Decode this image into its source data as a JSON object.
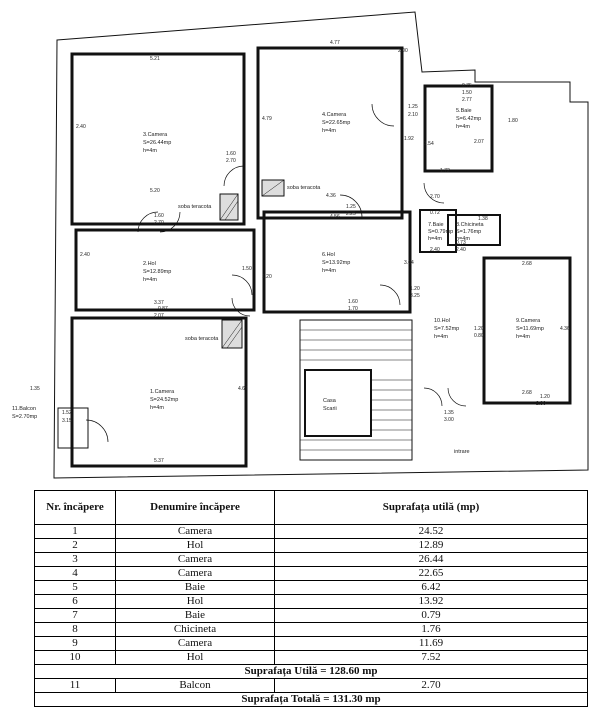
{
  "plan": {
    "rooms": [
      {
        "id": "3",
        "name": "3.Camera",
        "area": "S=26.44mp",
        "h": "h=4m"
      },
      {
        "id": "4",
        "name": "4.Camera",
        "area": "S=22.65mp",
        "h": "h=4m"
      },
      {
        "id": "5",
        "name": "5.Baie",
        "area": "S=6.42mp",
        "h": "h=4m"
      },
      {
        "id": "2",
        "name": "2.Hol",
        "area": "S=12.89mp",
        "h": "h=4m"
      },
      {
        "id": "6",
        "name": "6.Hol",
        "area": "S=13.92mp",
        "h": "h=4m"
      },
      {
        "id": "7",
        "name": "7.Baie",
        "area": "S=0.79mp",
        "h": "h=4m"
      },
      {
        "id": "8",
        "name": "8.Chicineta",
        "area": "S=1.76mp",
        "h": "h=4m"
      },
      {
        "id": "9",
        "name": "9.Camera",
        "area": "S=11.69mp",
        "h": "h=4m"
      },
      {
        "id": "10",
        "name": "10.Hol",
        "area": "S=7.52mp",
        "h": "h=4m"
      },
      {
        "id": "1",
        "name": "1.Camera",
        "area": "S=24.52mp",
        "h": "h=4m"
      },
      {
        "id": "11",
        "name": "11.Balcon",
        "area": "S=2.70mp",
        "h": ""
      }
    ],
    "labels": {
      "soba1": "soba teracota",
      "soba2": "soba teracota",
      "soba3": "soba teracota",
      "casa": "Casa",
      "scari": "Scarii",
      "intrare": "intrare"
    },
    "dims": [
      "5.21",
      "4.77",
      "0.75",
      "1.50",
      "2.77",
      "2.07",
      "2.40",
      "4.79",
      "1.92",
      "5.20",
      "1.60",
      "2.70",
      "4.36",
      "1.25",
      "2.25",
      "4.56",
      "1.60",
      "2.70",
      "1.38",
      "0.72",
      "0.73",
      "2.40",
      "2.40",
      "2.68",
      "4.36",
      "3.37",
      "0.87",
      "2.07",
      "1.60",
      "1.70",
      "1.20",
      "3.25",
      "1.20",
      "0.80",
      "2.68",
      "1.20",
      "2.30",
      "5.37",
      "4.67",
      "1.35",
      "1.52",
      "3.15",
      "1.35",
      "3.00",
      "3.54",
      "1.72",
      "2.70",
      "1.25",
      "2.10",
      "2.00",
      "1.80",
      "2.40",
      "1.50",
      "1.20",
      "3.04"
    ]
  },
  "table": {
    "headers": [
      "Nr. încăpere",
      "Denumire încăpere",
      "Suprafața utilă (mp)"
    ],
    "rows": [
      {
        "nr": "1",
        "name": "Camera",
        "area": "24.52"
      },
      {
        "nr": "2",
        "name": "Hol",
        "area": "12.89"
      },
      {
        "nr": "3",
        "name": "Camera",
        "area": "26.44"
      },
      {
        "nr": "4",
        "name": "Camera",
        "area": "22.65"
      },
      {
        "nr": "5",
        "name": "Baie",
        "area": "6.42"
      },
      {
        "nr": "6",
        "name": "Hol",
        "area": "13.92"
      },
      {
        "nr": "7",
        "name": "Baie",
        "area": "0.79"
      },
      {
        "nr": "8",
        "name": "Chicineta",
        "area": "1.76"
      },
      {
        "nr": "9",
        "name": "Camera",
        "area": "11.69"
      },
      {
        "nr": "10",
        "name": "Hol",
        "area": "7.52"
      }
    ],
    "util_total": "Suprafața Utilă = 128.60 mp",
    "balcon": {
      "nr": "11",
      "name": "Balcon",
      "area": "2.70"
    },
    "grand_total": "Suprafața Totală = 131.30 mp"
  }
}
